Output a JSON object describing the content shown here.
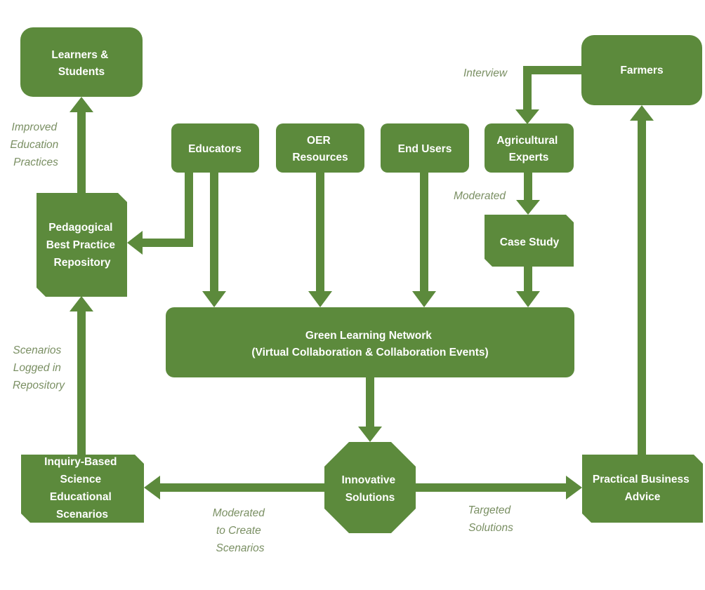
{
  "diagram": {
    "colors": {
      "node_fill": "#5c8a3c",
      "node_text": "#ffffff",
      "edge_label": "#7a8f63",
      "background": "#ffffff"
    },
    "nodes": {
      "learners": [
        "Learners &",
        "Students"
      ],
      "farmers": [
        "Farmers"
      ],
      "educators": [
        "Educators"
      ],
      "oer": [
        "OER",
        "Resources"
      ],
      "end_users": [
        "End Users"
      ],
      "agri_experts": [
        "Agricultural",
        "Experts"
      ],
      "case_study": [
        "Case Study"
      ],
      "pedagogical": [
        "Pedagogical",
        "Best Practice",
        "Repository"
      ],
      "network": [
        "Green Learning Network",
        "(Virtual Collaboration & Collaboration Events)"
      ],
      "inquiry": [
        "Inquiry-Based",
        "Science",
        "Educational",
        "Scenarios"
      ],
      "innovative": [
        "Innovative",
        "Solutions"
      ],
      "business": [
        "Practical Business",
        "Advice"
      ]
    },
    "edge_labels": {
      "interview": [
        "Interview"
      ],
      "moderated": [
        "Moderated"
      ],
      "improved": [
        "Improved",
        "Education",
        "Practices"
      ],
      "scenarios_logged": [
        "Scenarios",
        "Logged in",
        "Repository"
      ],
      "moderated_create": [
        "Moderated",
        "to Create",
        "Scenarios"
      ],
      "targeted": [
        "Targeted",
        "Solutions"
      ]
    }
  }
}
